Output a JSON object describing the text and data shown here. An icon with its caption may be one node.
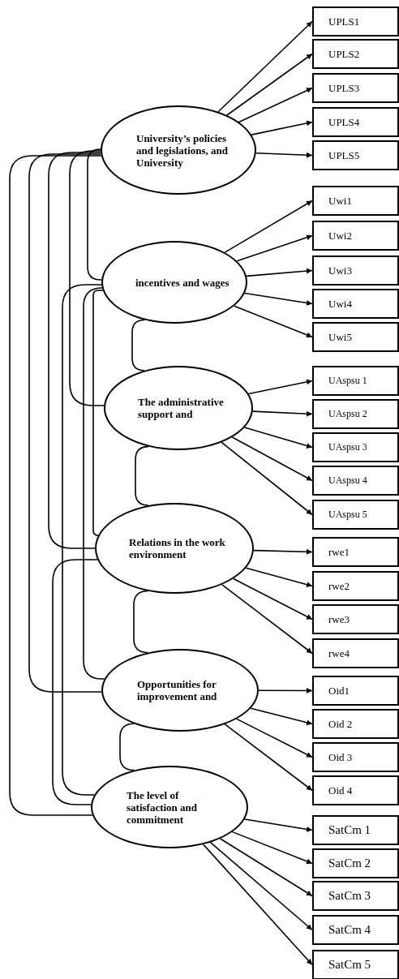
{
  "diagram": {
    "nodes": [
      {
        "text": [
          "University’s policies and legislations, and University"
        ]
      },
      {
        "text": [
          "incentives and wages"
        ]
      },
      {
        "text": [
          "The administrative support and"
        ]
      },
      {
        "text": [
          "Relations in the work environment"
        ]
      },
      {
        "text": [
          "Opportunities for improvement and"
        ]
      },
      {
        "text": [
          "The level of satisfaction and commitment"
        ]
      },
      {
        "text": [
          "UPLS1"
        ]
      },
      {
        "text": [
          "UPLS2"
        ]
      },
      {
        "text": [
          "UPLS3"
        ]
      },
      {
        "text": [
          "UPLS4"
        ]
      },
      {
        "text": [
          "UPLS5"
        ]
      },
      {
        "text": [
          "Uwi1"
        ]
      },
      {
        "text": [
          "Uwi2"
        ]
      },
      {
        "text": [
          "Uwi3"
        ]
      },
      {
        "text": [
          "Uwi4"
        ]
      },
      {
        "text": [
          "Uwi5"
        ]
      },
      {
        "text": [
          "UAspsu 1"
        ]
      },
      {
        "text": [
          "UAspsu 2"
        ]
      },
      {
        "text": [
          "UAspsu 3"
        ]
      },
      {
        "text": [
          "UAspsu 4"
        ]
      },
      {
        "text": [
          "UAspsu 5"
        ]
      },
      {
        "text": [
          "rwe1"
        ]
      },
      {
        "text": [
          "rwe2"
        ]
      },
      {
        "text": [
          "rwe3"
        ]
      },
      {
        "text": [
          "rwe4"
        ]
      },
      {
        "text": [
          "Oid1"
        ]
      },
      {
        "text": [
          "Oid 2"
        ]
      },
      {
        "text": [
          "Oid 3"
        ]
      },
      {
        "text": [
          "Oid 4"
        ]
      },
      {
        "text": [
          "SatCm 1"
        ]
      },
      {
        "text": [
          "SatCm 2"
        ]
      },
      {
        "text": [
          "SatCm 3"
        ]
      },
      {
        "text": [
          "SatCm 4"
        ]
      },
      {
        "text": [
          "SatCm 5"
        ]
      }
    ],
    "edges": [
      {
        "from": 0,
        "to": 6,
        "arrow": "to"
      },
      {
        "from": 0,
        "to": 7,
        "arrow": "to"
      },
      {
        "from": 0,
        "to": 8,
        "arrow": "to"
      },
      {
        "from": 0,
        "to": 9,
        "arrow": "to"
      },
      {
        "from": 0,
        "to": 10,
        "arrow": "to"
      },
      {
        "from": 1,
        "to": 11,
        "arrow": "to"
      },
      {
        "from": 1,
        "to": 12,
        "arrow": "to"
      },
      {
        "from": 1,
        "to": 13,
        "arrow": "to"
      },
      {
        "from": 1,
        "to": 14,
        "arrow": "to"
      },
      {
        "from": 1,
        "to": 15,
        "arrow": "to"
      },
      {
        "from": 2,
        "to": 16,
        "arrow": "to"
      },
      {
        "from": 2,
        "to": 17,
        "arrow": "to"
      },
      {
        "from": 2,
        "to": 18,
        "arrow": "to"
      },
      {
        "from": 2,
        "to": 19,
        "arrow": "to"
      },
      {
        "from": 2,
        "to": 20,
        "arrow": "to"
      },
      {
        "from": 3,
        "to": 21,
        "arrow": "to"
      },
      {
        "from": 3,
        "to": 22,
        "arrow": "to"
      },
      {
        "from": 3,
        "to": 23,
        "arrow": "to"
      },
      {
        "from": 3,
        "to": 24,
        "arrow": "to"
      },
      {
        "from": 4,
        "to": 25,
        "arrow": "to"
      },
      {
        "from": 4,
        "to": 26,
        "arrow": "to"
      },
      {
        "from": 4,
        "to": 27,
        "arrow": "to"
      },
      {
        "from": 4,
        "to": 28,
        "arrow": "to"
      },
      {
        "from": 5,
        "to": 29,
        "arrow": "to"
      },
      {
        "from": 5,
        "to": 30,
        "arrow": "to"
      },
      {
        "from": 5,
        "to": 31,
        "arrow": "to"
      },
      {
        "from": 5,
        "to": 32,
        "arrow": "to"
      },
      {
        "from": 5,
        "to": 33,
        "arrow": "to"
      },
      {
        "from": 0,
        "to": 1,
        "arrow": "none"
      },
      {
        "from": 0,
        "to": 2,
        "arrow": "none"
      },
      {
        "from": 0,
        "to": 3,
        "arrow": "none"
      },
      {
        "from": 0,
        "to": 4,
        "arrow": "none"
      },
      {
        "from": 0,
        "to": 5,
        "arrow": "none"
      },
      {
        "from": 1,
        "to": 3,
        "arrow": "none"
      },
      {
        "from": 1,
        "to": 4,
        "arrow": "none"
      },
      {
        "from": 1,
        "to": 5,
        "arrow": "none"
      },
      {
        "from": 3,
        "to": 5,
        "arrow": "none"
      },
      {
        "from": 1,
        "to": 2,
        "arrow": "none"
      },
      {
        "from": 2,
        "to": 3,
        "arrow": "none"
      },
      {
        "from": 3,
        "to": 4,
        "arrow": "none"
      },
      {
        "from": 4,
        "to": 5,
        "arrow": "none"
      }
    ]
  }
}
